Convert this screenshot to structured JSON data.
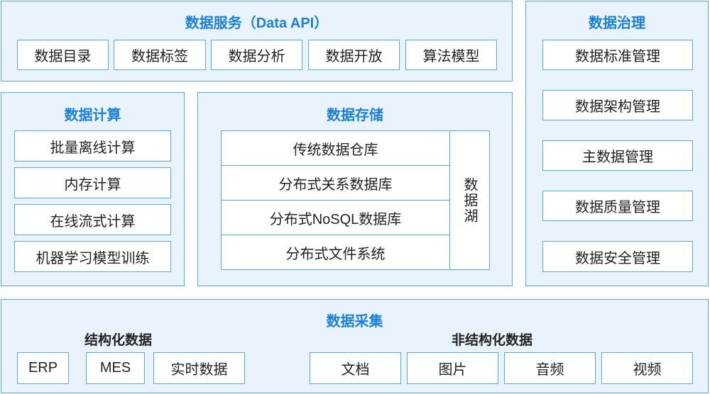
{
  "service": {
    "title": "数据服务（Data API）",
    "items": [
      "数据目录",
      "数据标签",
      "数据分析",
      "数据开放",
      "算法模型"
    ]
  },
  "governance": {
    "title": "数据治理",
    "items": [
      "数据标准管理",
      "数据架构管理",
      "主数据管理",
      "数据质量管理",
      "数据安全管理"
    ]
  },
  "compute": {
    "title": "数据计算",
    "items": [
      "批量离线计算",
      "内存计算",
      "在线流式计算",
      "机器学习模型训练"
    ]
  },
  "storage": {
    "title": "数据存储",
    "items": [
      "传统数据仓库",
      "分布式关系数据库",
      "分布式NoSQL数据库",
      "分布式文件系统"
    ],
    "lake": "数据湖"
  },
  "collect": {
    "title": "数据采集",
    "structured": {
      "label": "结构化数据",
      "items": [
        "ERP",
        "MES",
        "实时数据"
      ]
    },
    "unstructured": {
      "label": "非结构化数据",
      "items": [
        "文档",
        "图片",
        "音频",
        "视频"
      ]
    }
  }
}
